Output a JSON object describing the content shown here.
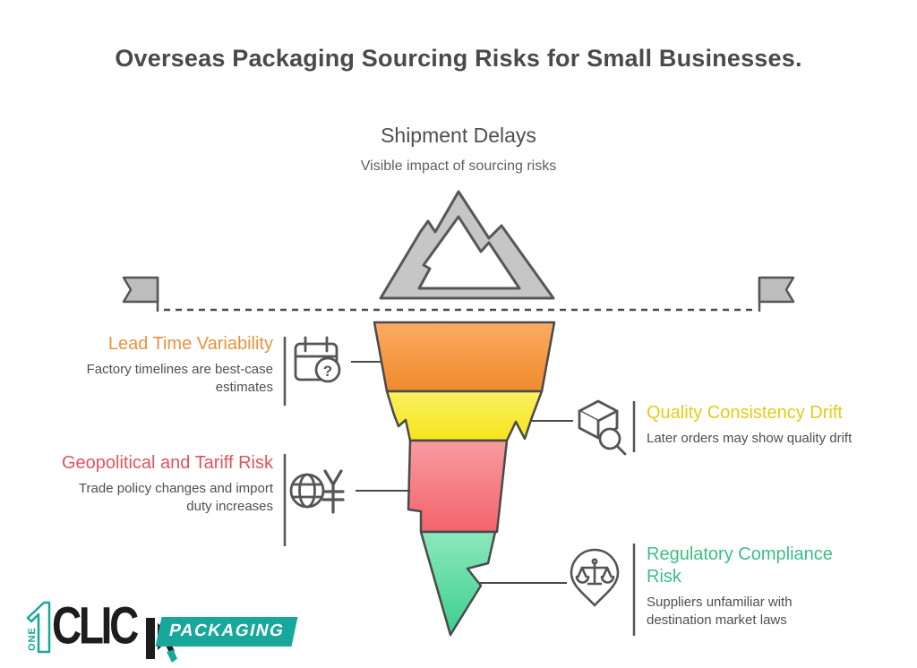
{
  "title": "Overseas Packaging Sourcing Risks for Small Businesses.",
  "surface": {
    "heading": "Shipment Delays",
    "subheading": "Visible impact of sourcing risks"
  },
  "waterline": {
    "style": "dashed",
    "flags": "pennant-both-ends",
    "above_icon": "mountain-icon"
  },
  "risks": [
    {
      "id": "lead-time",
      "label": "Lead Time Variability",
      "description": "Factory timelines are best-case estimates",
      "color": "#E8933C",
      "side": "left",
      "icon": "calendar-question-icon",
      "funnel_fill": [
        "#FBAB62",
        "#F08A2D"
      ]
    },
    {
      "id": "quality",
      "label": "Quality Consistency Drift",
      "description": "Later orders may show quality drift",
      "color": "#E4CC16",
      "side": "right",
      "icon": "box-magnifier-icon",
      "funnel_fill": [
        "#FBF062",
        "#F7E41C"
      ]
    },
    {
      "id": "geopolitical",
      "label": "Geopolitical and Tariff Risk",
      "description": "Trade policy changes and import duty increases",
      "color": "#E0545B",
      "side": "left",
      "icon": "globe-yen-icon",
      "funnel_fill": [
        "#F79CA0",
        "#F4636C"
      ]
    },
    {
      "id": "regulatory",
      "label": "Regulatory Compliance Risk",
      "description": "Suppliers unfamiliar with destination market laws",
      "color": "#3CBE86",
      "side": "right",
      "icon": "scales-pin-icon",
      "funnel_fill": [
        "#8BE8BC",
        "#3ECF8E"
      ]
    }
  ],
  "palette": {
    "title_text": "#4a4a4a",
    "body_text": "#4f4f4f",
    "line_stroke": "#4a4a4a",
    "icon_stroke": "#555555",
    "mountain_fill": "#c6c6c6",
    "flag_fill": "#bdbdbd",
    "brand_teal": "#18A89B"
  },
  "logo": {
    "one": "ONE",
    "click": "CLIC",
    "packaging": "PACKAGING",
    "question_mark": "?",
    "yen_symbol": "¥"
  }
}
